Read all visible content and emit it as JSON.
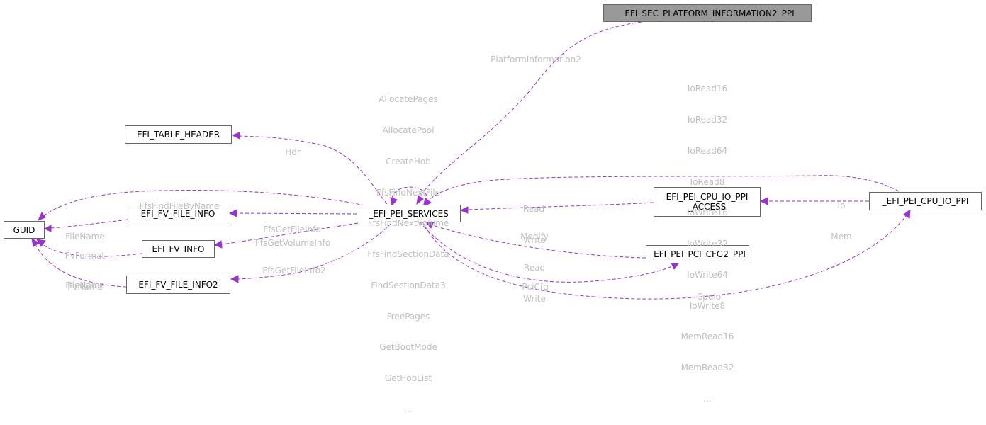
{
  "nodes": {
    "sec_platform_info2_ppi": "_EFI_SEC_PLATFORM_INFORMATION2_PPI",
    "efi_table_header": "EFI_TABLE_HEADER",
    "guid": "GUID",
    "efi_fv_file_info": "EFI_FV_FILE_INFO",
    "efi_fv_info": "EFI_FV_INFO",
    "efi_fv_file_info2": "EFI_FV_FILE_INFO2",
    "efi_pei_services": "_EFI_PEI_SERVICES",
    "efi_pei_cpu_io_ppi_access": [
      "EFI_PEI_CPU_IO_PPI",
      "_ACCESS"
    ],
    "efi_pei_pci_cfg2_ppi": "_EFI_PEI_PCI_CFG2_PPI",
    "efi_pei_cpu_io_ppi": "_EFI_PEI_CPU_IO_PPI"
  },
  "edge_labels": {
    "platform_information2": [
      "PlatformInformation2"
    ],
    "services_self": [
      "AllocatePages",
      "AllocatePool",
      "CreateHob",
      "FfsFindNextFile",
      "FfsFindNextVolume",
      "FfsFindSectionData",
      "FindSectionData3",
      "FreePages",
      "GetBootMode",
      "GetHobList",
      "..."
    ],
    "hdr": [
      "Hdr"
    ],
    "ffs_find_file_by_name": [
      "FfsFindFileByName"
    ],
    "guid_file_name_1": [
      "FileName"
    ],
    "ffs_get_file_info": [
      "FfsGetFileInfo"
    ],
    "ffs_get_volume_info": [
      "FfsGetVolumeInfo"
    ],
    "fv_format_name": [
      "FvFormat",
      "FvName"
    ],
    "ffs_get_file_info2": [
      "FfsGetFileInfo2"
    ],
    "guid_file_name_2": [
      "FileName"
    ],
    "cpu_io_list": [
      "IoRead16",
      "IoRead32",
      "IoRead64",
      "IoRead8",
      "IoWrite16",
      "IoWrite32",
      "IoWrite64",
      "IoWrite8",
      "MemRead16",
      "MemRead32",
      "..."
    ],
    "read_write": [
      "Read",
      "Write"
    ],
    "io_mem": [
      "Io",
      "Mem"
    ],
    "modify_read_write": [
      "Modify",
      "Read",
      "Write"
    ],
    "pci_cfg": [
      "PciCfg"
    ],
    "cpu_io": [
      "CpuIo"
    ]
  },
  "colors": {
    "edge": "#9a32cd",
    "edge_label": "#bfbfbf",
    "node_border": "#666666",
    "root_fill": "#999999"
  }
}
